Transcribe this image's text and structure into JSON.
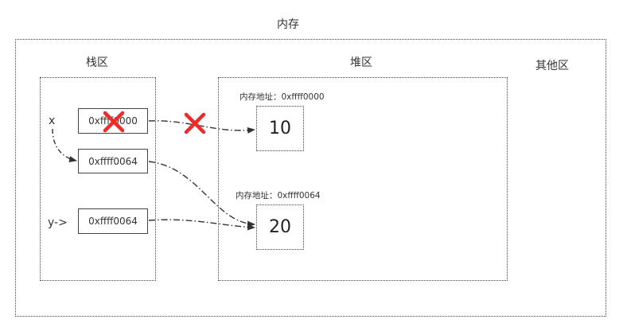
{
  "memory": {
    "title": "内存"
  },
  "stack": {
    "title": "栈区",
    "var_x": "x",
    "var_y": "y->",
    "cells": [
      "0xffff0000",
      "0xffff0064",
      "0xffff0064"
    ]
  },
  "heap": {
    "title": "堆区",
    "objects": [
      {
        "address_label": "内存地址：0xffff0000",
        "value": "10"
      },
      {
        "address_label": "内存地址：0xffff0064",
        "value": "20"
      }
    ]
  },
  "other": {
    "title": "其他区"
  },
  "colors": {
    "line": "#333333",
    "cross": "#ee2b2b"
  }
}
